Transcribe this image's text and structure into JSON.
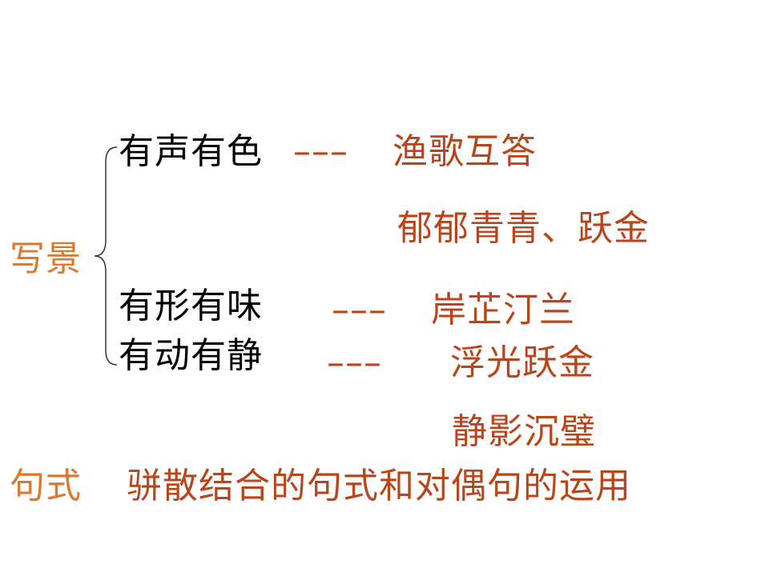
{
  "colors": {
    "text_black": "#000000",
    "accent_rust": "#b8461a",
    "accent_orange": "#e0782c"
  },
  "scenery": {
    "label": "写景",
    "row1": {
      "feature": "有声有色",
      "dash": "–––",
      "example": "渔歌互答",
      "example2": "郁郁青青、跃金"
    },
    "row2": {
      "feature": "有形有味",
      "dash": "–––",
      "example": "岸芷汀兰"
    },
    "row3": {
      "feature": "有动有静",
      "dash": "–––",
      "example": "浮光跃金",
      "example2": "静影沉璧"
    }
  },
  "sentence": {
    "label": "句式",
    "text": "骈散结合的句式和对偶句的运用"
  }
}
